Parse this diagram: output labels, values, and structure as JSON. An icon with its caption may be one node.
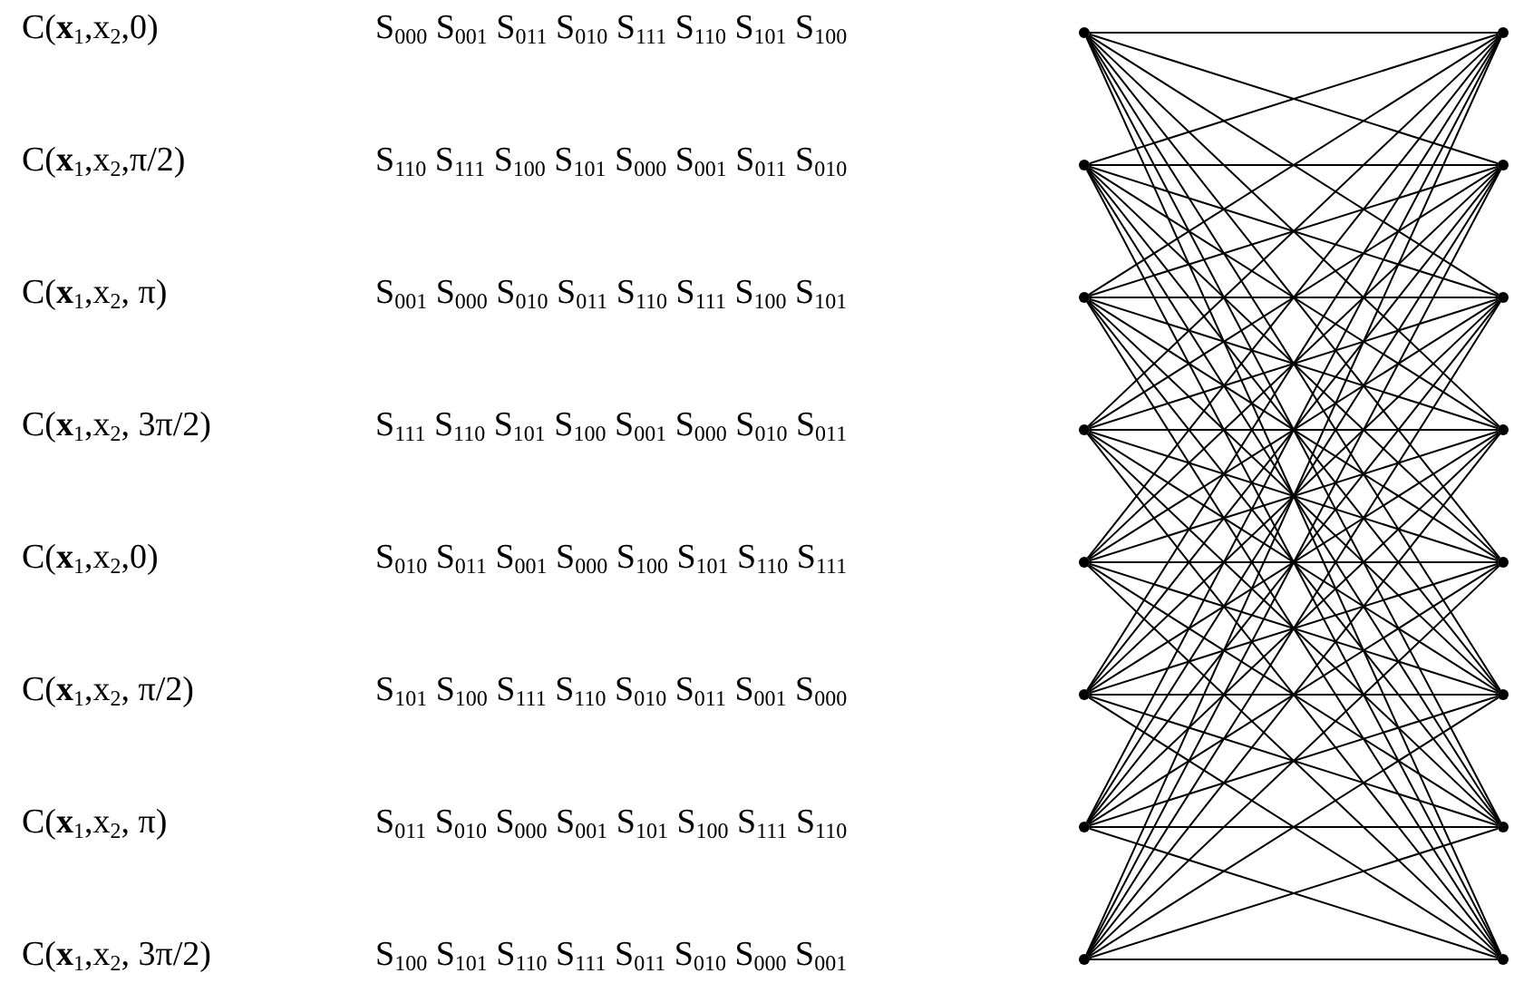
{
  "diagram": {
    "nodes": [
      {
        "text": [],
        "shape": "circle"
      },
      {
        "text": [],
        "shape": "circle"
      },
      {
        "text": [],
        "shape": "circle"
      },
      {
        "text": [],
        "shape": "circle"
      },
      {
        "text": [],
        "shape": "circle"
      },
      {
        "text": [],
        "shape": "circle"
      },
      {
        "text": [],
        "shape": "circle"
      },
      {
        "text": [],
        "shape": "circle"
      },
      {
        "text": [],
        "shape": "circle"
      },
      {
        "text": [],
        "shape": "circle"
      },
      {
        "text": [],
        "shape": "circle"
      },
      {
        "text": [],
        "shape": "circle"
      },
      {
        "text": [],
        "shape": "circle"
      },
      {
        "text": [],
        "shape": "circle"
      },
      {
        "text": [],
        "shape": "circle"
      },
      {
        "text": [],
        "shape": "circle"
      }
    ],
    "edges": [
      {
        "from": 0,
        "to": 8,
        "arrow": "none"
      },
      {
        "from": 0,
        "to": 9,
        "arrow": "none"
      },
      {
        "from": 0,
        "to": 10,
        "arrow": "none"
      },
      {
        "from": 0,
        "to": 11,
        "arrow": "none"
      },
      {
        "from": 0,
        "to": 12,
        "arrow": "none"
      },
      {
        "from": 0,
        "to": 13,
        "arrow": "none"
      },
      {
        "from": 0,
        "to": 14,
        "arrow": "none"
      },
      {
        "from": 0,
        "to": 15,
        "arrow": "none"
      },
      {
        "from": 1,
        "to": 8,
        "arrow": "none"
      },
      {
        "from": 1,
        "to": 9,
        "arrow": "none"
      },
      {
        "from": 1,
        "to": 10,
        "arrow": "none"
      },
      {
        "from": 1,
        "to": 11,
        "arrow": "none"
      },
      {
        "from": 1,
        "to": 12,
        "arrow": "none"
      },
      {
        "from": 1,
        "to": 13,
        "arrow": "none"
      },
      {
        "from": 1,
        "to": 14,
        "arrow": "none"
      },
      {
        "from": 1,
        "to": 15,
        "arrow": "none"
      },
      {
        "from": 2,
        "to": 8,
        "arrow": "none"
      },
      {
        "from": 2,
        "to": 9,
        "arrow": "none"
      },
      {
        "from": 2,
        "to": 10,
        "arrow": "none"
      },
      {
        "from": 2,
        "to": 11,
        "arrow": "none"
      },
      {
        "from": 2,
        "to": 12,
        "arrow": "none"
      },
      {
        "from": 2,
        "to": 13,
        "arrow": "none"
      },
      {
        "from": 2,
        "to": 14,
        "arrow": "none"
      },
      {
        "from": 2,
        "to": 15,
        "arrow": "none"
      },
      {
        "from": 3,
        "to": 8,
        "arrow": "none"
      },
      {
        "from": 3,
        "to": 9,
        "arrow": "none"
      },
      {
        "from": 3,
        "to": 10,
        "arrow": "none"
      },
      {
        "from": 3,
        "to": 11,
        "arrow": "none"
      },
      {
        "from": 3,
        "to": 12,
        "arrow": "none"
      },
      {
        "from": 3,
        "to": 13,
        "arrow": "none"
      },
      {
        "from": 3,
        "to": 14,
        "arrow": "none"
      },
      {
        "from": 3,
        "to": 15,
        "arrow": "none"
      },
      {
        "from": 4,
        "to": 8,
        "arrow": "none"
      },
      {
        "from": 4,
        "to": 9,
        "arrow": "none"
      },
      {
        "from": 4,
        "to": 10,
        "arrow": "none"
      },
      {
        "from": 4,
        "to": 11,
        "arrow": "none"
      },
      {
        "from": 4,
        "to": 12,
        "arrow": "none"
      },
      {
        "from": 4,
        "to": 13,
        "arrow": "none"
      },
      {
        "from": 4,
        "to": 14,
        "arrow": "none"
      },
      {
        "from": 4,
        "to": 15,
        "arrow": "none"
      },
      {
        "from": 5,
        "to": 8,
        "arrow": "none"
      },
      {
        "from": 5,
        "to": 9,
        "arrow": "none"
      },
      {
        "from": 5,
        "to": 10,
        "arrow": "none"
      },
      {
        "from": 5,
        "to": 11,
        "arrow": "none"
      },
      {
        "from": 5,
        "to": 12,
        "arrow": "none"
      },
      {
        "from": 5,
        "to": 13,
        "arrow": "none"
      },
      {
        "from": 5,
        "to": 14,
        "arrow": "none"
      },
      {
        "from": 5,
        "to": 15,
        "arrow": "none"
      },
      {
        "from": 6,
        "to": 8,
        "arrow": "none"
      },
      {
        "from": 6,
        "to": 9,
        "arrow": "none"
      },
      {
        "from": 6,
        "to": 10,
        "arrow": "none"
      },
      {
        "from": 6,
        "to": 11,
        "arrow": "none"
      },
      {
        "from": 6,
        "to": 12,
        "arrow": "none"
      },
      {
        "from": 6,
        "to": 13,
        "arrow": "none"
      },
      {
        "from": 6,
        "to": 14,
        "arrow": "none"
      },
      {
        "from": 6,
        "to": 15,
        "arrow": "none"
      },
      {
        "from": 7,
        "to": 8,
        "arrow": "none"
      },
      {
        "from": 7,
        "to": 9,
        "arrow": "none"
      },
      {
        "from": 7,
        "to": 10,
        "arrow": "none"
      },
      {
        "from": 7,
        "to": 11,
        "arrow": "none"
      },
      {
        "from": 7,
        "to": 12,
        "arrow": "none"
      },
      {
        "from": 7,
        "to": 13,
        "arrow": "none"
      },
      {
        "from": 7,
        "to": 14,
        "arrow": "none"
      },
      {
        "from": 7,
        "to": 15,
        "arrow": "none"
      }
    ],
    "labels": [
      "C(**x**$_{1}$,x$_{2}$,0)",
      "S$_{000}$ S$_{001}$ S$_{011}$ S$_{010}$ S$_{111}$ S$_{110}$ S$_{101}$ S$_{100}$",
      "C(**x**$_{1}$,x$_{2}$,π/2)",
      "S$_{110}$ S$_{111}$ S$_{100}$ S$_{101}$ S$_{000}$ S$_{001}$ S$_{011}$ S$_{010}$",
      "C(**x**$_{1}$,x$_{2}$, π)",
      "S$_{001}$ S$_{000}$ S$_{010}$ S$_{011}$ S$_{110}$ S$_{111}$ S$_{100}$ S$_{101}$",
      "C(**x**$_{1}$,x$_{2}$, 3π/2)",
      "S$_{111}$ S$_{110}$ S$_{101}$ S$_{100}$ S$_{001}$ S$_{000}$ S$_{010}$ S$_{011}$",
      "C(**x**$_{1}$,x$_{2}$,0)",
      "S$_{010}$ S$_{011}$ S$_{001}$ S$_{000}$ S$_{100}$ S$_{101}$ S$_{110}$ S$_{111}$",
      "C(**x**$_{1}$,x$_{2}$, π/2)",
      "S$_{101}$ S$_{100}$ S$_{111}$ S$_{110}$ S$_{010}$ S$_{011}$ S$_{001}$ S$_{000}$",
      "C(**x**$_{1}$,x$_{2}$, π)",
      "S$_{011}$ S$_{010}$ S$_{000}$ S$_{001}$ S$_{101}$ S$_{100}$ S$_{111}$ S$_{110}$",
      "C(**x**$_{1}$,x$_{2}$, 3π/2)",
      "S$_{100}$ S$_{101}$ S$_{110}$ S$_{111}$ S$_{011}$ S$_{010}$ S$_{000}$ S$_{001}$"
    ]
  }
}
